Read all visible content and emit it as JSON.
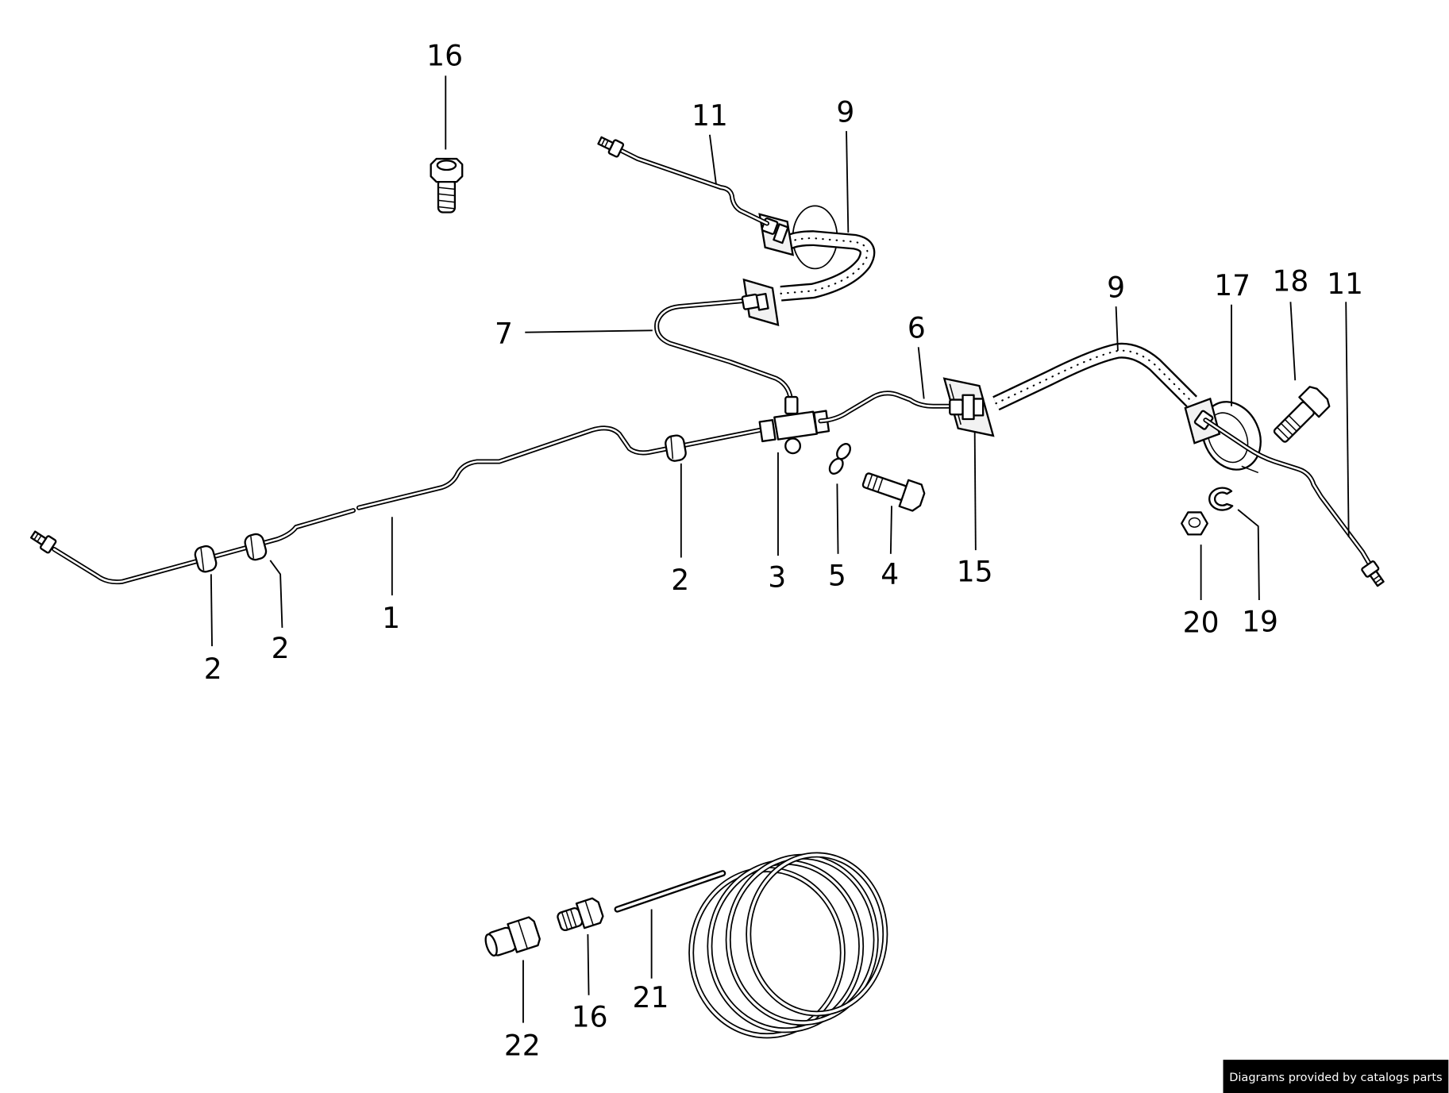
{
  "diagram": {
    "callouts": [
      {
        "label": "16"
      },
      {
        "label": "11"
      },
      {
        "label": "9"
      },
      {
        "label": "7"
      },
      {
        "label": "6"
      },
      {
        "label": "9"
      },
      {
        "label": "17"
      },
      {
        "label": "18"
      },
      {
        "label": "11"
      },
      {
        "label": "2"
      },
      {
        "label": "2"
      },
      {
        "label": "1"
      },
      {
        "label": "2"
      },
      {
        "label": "3"
      },
      {
        "label": "5"
      },
      {
        "label": "4"
      },
      {
        "label": "15"
      },
      {
        "label": "20"
      },
      {
        "label": "19"
      },
      {
        "label": "22"
      },
      {
        "label": "16"
      },
      {
        "label": "21"
      }
    ]
  },
  "watermark": {
    "text": "Diagrams provided by catalogs parts"
  }
}
